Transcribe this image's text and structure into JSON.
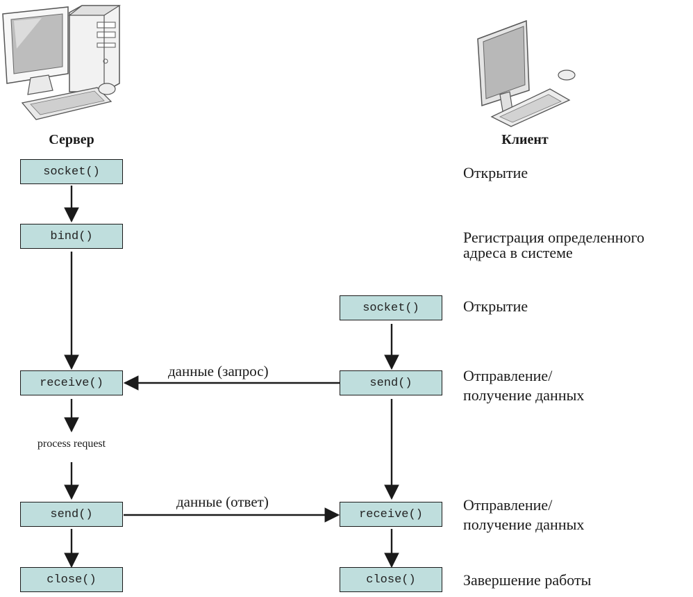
{
  "server": {
    "title": "Сервер",
    "steps": {
      "socket": "socket()",
      "bind": "bind()",
      "receive": "receive()",
      "process": "process request",
      "send": "send()",
      "close": "close()"
    }
  },
  "client": {
    "title": "Клиент",
    "steps": {
      "socket": "socket()",
      "send": "send()",
      "receive": "receive()",
      "close": "close()"
    }
  },
  "messages": {
    "request": "данные (запрос)",
    "response": "данные (ответ)"
  },
  "descriptions": {
    "open_server": "Открытие",
    "bind_line1": "Регистрация определенного",
    "bind_line2": "адреса в системе",
    "open_client": "Открытие",
    "exchange1_line1": "Отправление/",
    "exchange1_line2": "получение данных",
    "exchange2_line1": "Отправление/",
    "exchange2_line2": "получение данных",
    "finish": "Завершение работы"
  },
  "colors": {
    "box_fill": "#bfdedd",
    "line": "#1a1a1a"
  },
  "icons": [
    "server-computer-icon",
    "client-computer-icon"
  ]
}
